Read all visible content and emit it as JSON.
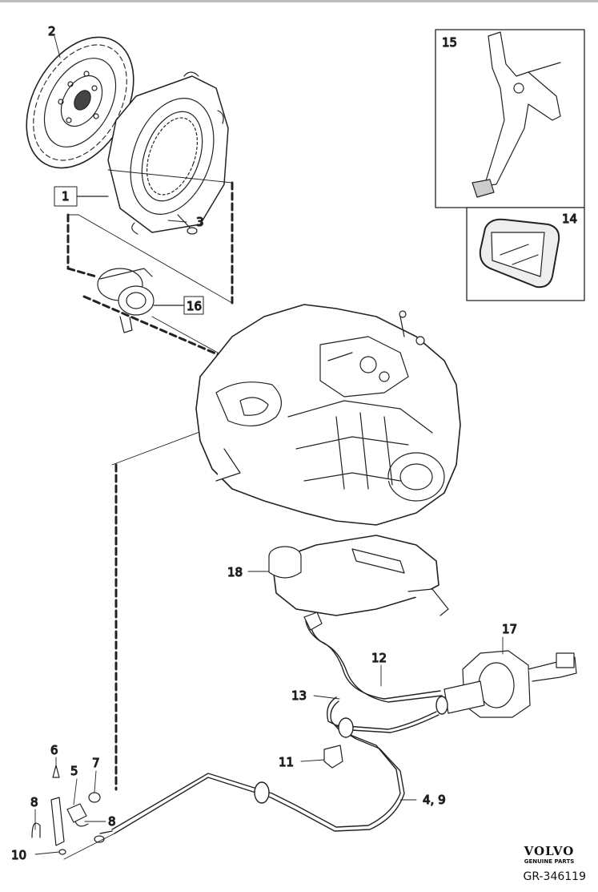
{
  "diagram": {
    "callouts": {
      "c1": "1",
      "c2": "2",
      "c3": "3",
      "c4_9": "4, 9",
      "c5": "5",
      "c6": "6",
      "c7": "7",
      "c8a": "8",
      "c8b": "8",
      "c10": "10",
      "c11": "11",
      "c12": "12",
      "c13": "13",
      "c14": "14",
      "c15": "15",
      "c16": "16",
      "c17": "17",
      "c18": "18"
    }
  },
  "brand": {
    "name": "VOLVO",
    "tagline": "GENUINE PARTS",
    "reference": "GR-346119"
  }
}
